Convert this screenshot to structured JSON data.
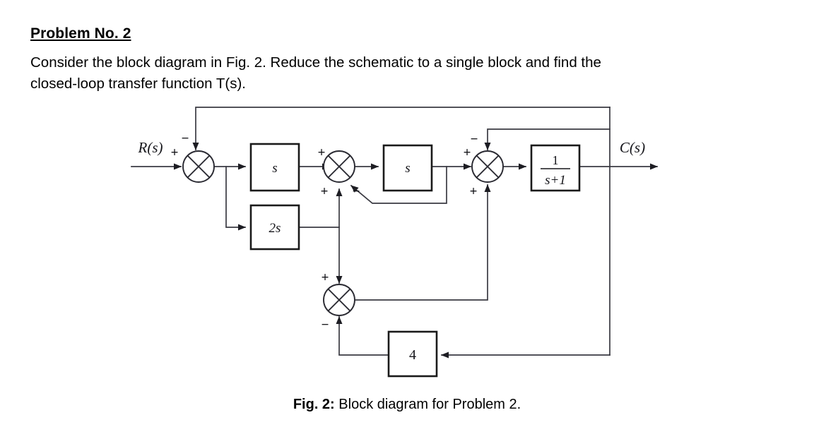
{
  "problem": {
    "title": "Problem No. 2",
    "body_line1": "Consider the block diagram in Fig. 2. Reduce the schematic to a single block and find the",
    "body_line2": "closed-loop transfer function T(s)."
  },
  "figure": {
    "caption_prefix": "Fig. 2:",
    "caption_text": "Block diagram for Problem 2."
  },
  "diagram": {
    "input_label": "R(s)",
    "output_label": "C(s)",
    "blocks": [
      {
        "id": "block-s1",
        "label": "s"
      },
      {
        "id": "block-2s",
        "label": "2s"
      },
      {
        "id": "block-s2",
        "label": "s"
      },
      {
        "id": "block-lag",
        "numerator": "1",
        "denominator": "s+1"
      },
      {
        "id": "block-gain4",
        "label": "4"
      }
    ],
    "summing_junctions": [
      {
        "id": "sum-1",
        "signs": {
          "left": "+",
          "top": "−"
        }
      },
      {
        "id": "sum-2",
        "signs": {
          "left": "+",
          "bottom_left": "+",
          "bottom_right": "−"
        }
      },
      {
        "id": "sum-3",
        "signs": {
          "left": "+",
          "top": "−",
          "bottom": "+"
        }
      },
      {
        "id": "sum-4",
        "signs": {
          "top": "+",
          "bottom": "−"
        }
      }
    ]
  }
}
